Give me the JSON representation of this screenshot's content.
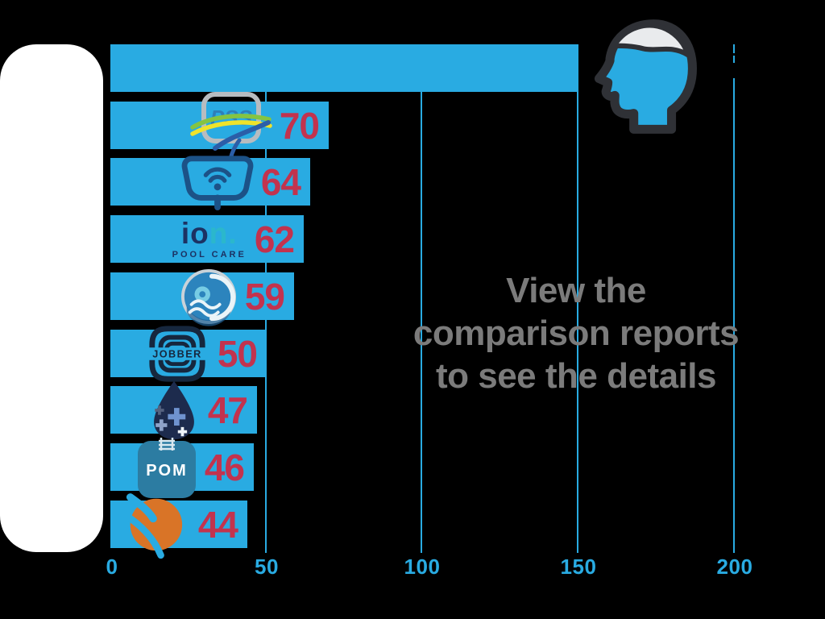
{
  "chart_data": {
    "type": "bar",
    "orientation": "horizontal",
    "title": "",
    "x_axis": {
      "min": 0,
      "max": 200,
      "ticks": [
        "0",
        "50",
        "100",
        "150",
        "200"
      ],
      "gridlines": true
    },
    "bars": [
      {
        "name": "top-bar",
        "icon": "head-profile-icon",
        "value": 150,
        "label": ""
      },
      {
        "name": "pss",
        "icon": "pss-logo",
        "value": 70,
        "label": "70",
        "logo_text": "PSS"
      },
      {
        "name": "skimmer",
        "icon": "skimmer-net-wifi-logo",
        "value": 64,
        "label": "64"
      },
      {
        "name": "ion-pool-care",
        "icon": "ion-pool-care-logo",
        "value": 62,
        "label": "62",
        "logo_text_navy": "io",
        "logo_text_teal": "n.",
        "logo_subtext": "POOL CARE"
      },
      {
        "name": "circle-wave",
        "icon": "circle-wave-logo",
        "value": 59,
        "label": "59"
      },
      {
        "name": "jobber",
        "icon": "jobber-logo",
        "value": 50,
        "label": "50",
        "logo_text": "JOBBER"
      },
      {
        "name": "water-drop",
        "icon": "water-drop-plus-logo",
        "value": 47,
        "label": "47"
      },
      {
        "name": "pom",
        "icon": "pom-logo",
        "value": 46,
        "label": "46",
        "logo_text": "POM"
      },
      {
        "name": "orange-sphere",
        "icon": "orange-sphere-logo",
        "value": 44,
        "label": "44"
      }
    ],
    "annotation": {
      "lines": [
        "View the",
        "comparison reports",
        "to see the details"
      ]
    }
  },
  "colors": {
    "background": "#000000",
    "bar": "#29abe2",
    "value_label": "#c2334e",
    "axis_label": "#29abe2",
    "gridline": "#29abe2",
    "annotation_text": "#7b7b7b",
    "panel": "#ffffff"
  }
}
